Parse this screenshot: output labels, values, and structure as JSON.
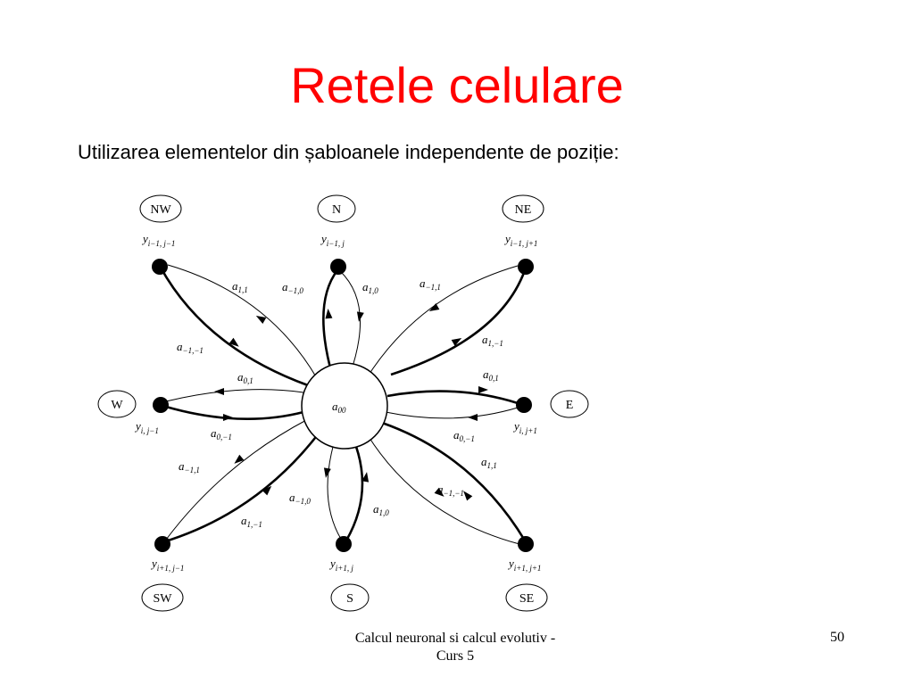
{
  "slide": {
    "title": "Retele celulare",
    "subtitle": "Utilizarea elementelor din șabloanele independente de poziție:",
    "footer": {
      "line1": "Calcul neuronal si calcul evolutiv -",
      "line2": "Curs 5",
      "page_number": "50"
    }
  },
  "diagram": {
    "center": {
      "base": "a",
      "sub": "00"
    },
    "directions": {
      "nw": "NW",
      "n": "N",
      "ne": "NE",
      "w": "W",
      "e": "E",
      "sw": "SW",
      "s": "S",
      "se": "SE"
    },
    "cells": {
      "nw": {
        "base": "y",
        "sub": "i−1, j−1"
      },
      "n": {
        "base": "y",
        "sub": "i−1, j"
      },
      "ne": {
        "base": "y",
        "sub": "i−1, j+1"
      },
      "w": {
        "base": "y",
        "sub": "i, j−1"
      },
      "e": {
        "base": "y",
        "sub": "i, j+1"
      },
      "sw": {
        "base": "y",
        "sub": "i+1, j−1"
      },
      "s": {
        "base": "y",
        "sub": "i+1, j"
      },
      "se": {
        "base": "y",
        "sub": "i+1, j+1"
      }
    },
    "weights": {
      "nw_out": {
        "base": "a",
        "sub": "1,1"
      },
      "nw_in": {
        "base": "a",
        "sub": "−1,−1"
      },
      "n_in": {
        "base": "a",
        "sub": "−1,0"
      },
      "n_out": {
        "base": "a",
        "sub": "1,0"
      },
      "ne_in": {
        "base": "a",
        "sub": "−1,1"
      },
      "ne_out": {
        "base": "a",
        "sub": "1,−1"
      },
      "w_out": {
        "base": "a",
        "sub": "0,1"
      },
      "w_in": {
        "base": "a",
        "sub": "0,−1"
      },
      "e_in": {
        "base": "a",
        "sub": "0,1"
      },
      "e_out": {
        "base": "a",
        "sub": "0,−1"
      },
      "sw_out": {
        "base": "a",
        "sub": "−1,1"
      },
      "sw_in": {
        "base": "a",
        "sub": "1,−1"
      },
      "s_out": {
        "base": "a",
        "sub": "−1,0"
      },
      "s_in": {
        "base": "a",
        "sub": "1,0"
      },
      "se_in": {
        "base": "a",
        "sub": "1,1"
      },
      "se_out": {
        "base": "a",
        "sub": "−1,−1"
      }
    }
  }
}
